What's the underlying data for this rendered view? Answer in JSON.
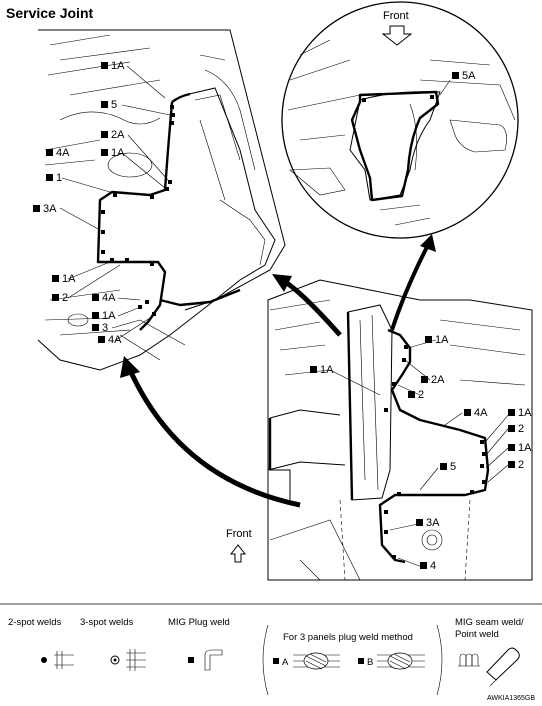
{
  "title": "Service Joint",
  "front_labels": [
    "Front",
    "Front"
  ],
  "detail_labels": [
    "5A"
  ],
  "upper_left_labels": [
    "1A",
    "5",
    "2A",
    "4A",
    "1A",
    "1",
    "3A",
    "1A",
    "2",
    "4A",
    "1A",
    "3",
    "4A"
  ],
  "lower_right_labels": [
    "1A",
    "1A",
    "2A",
    "2",
    "4A",
    "1A",
    "2",
    "1A",
    "2",
    "5",
    "3A",
    "4"
  ],
  "legend": {
    "two_spot": "2-spot welds",
    "three_spot": "3-spot welds",
    "mig_plug": "MIG Plug weld",
    "three_panel_caption": "For 3 panels plug weld method",
    "method_a": "A",
    "method_b": "B",
    "mig_seam_line1": "MIG seam weld/",
    "mig_seam_line2": "Point weld"
  },
  "figure_code": "AWKIA1365GB"
}
